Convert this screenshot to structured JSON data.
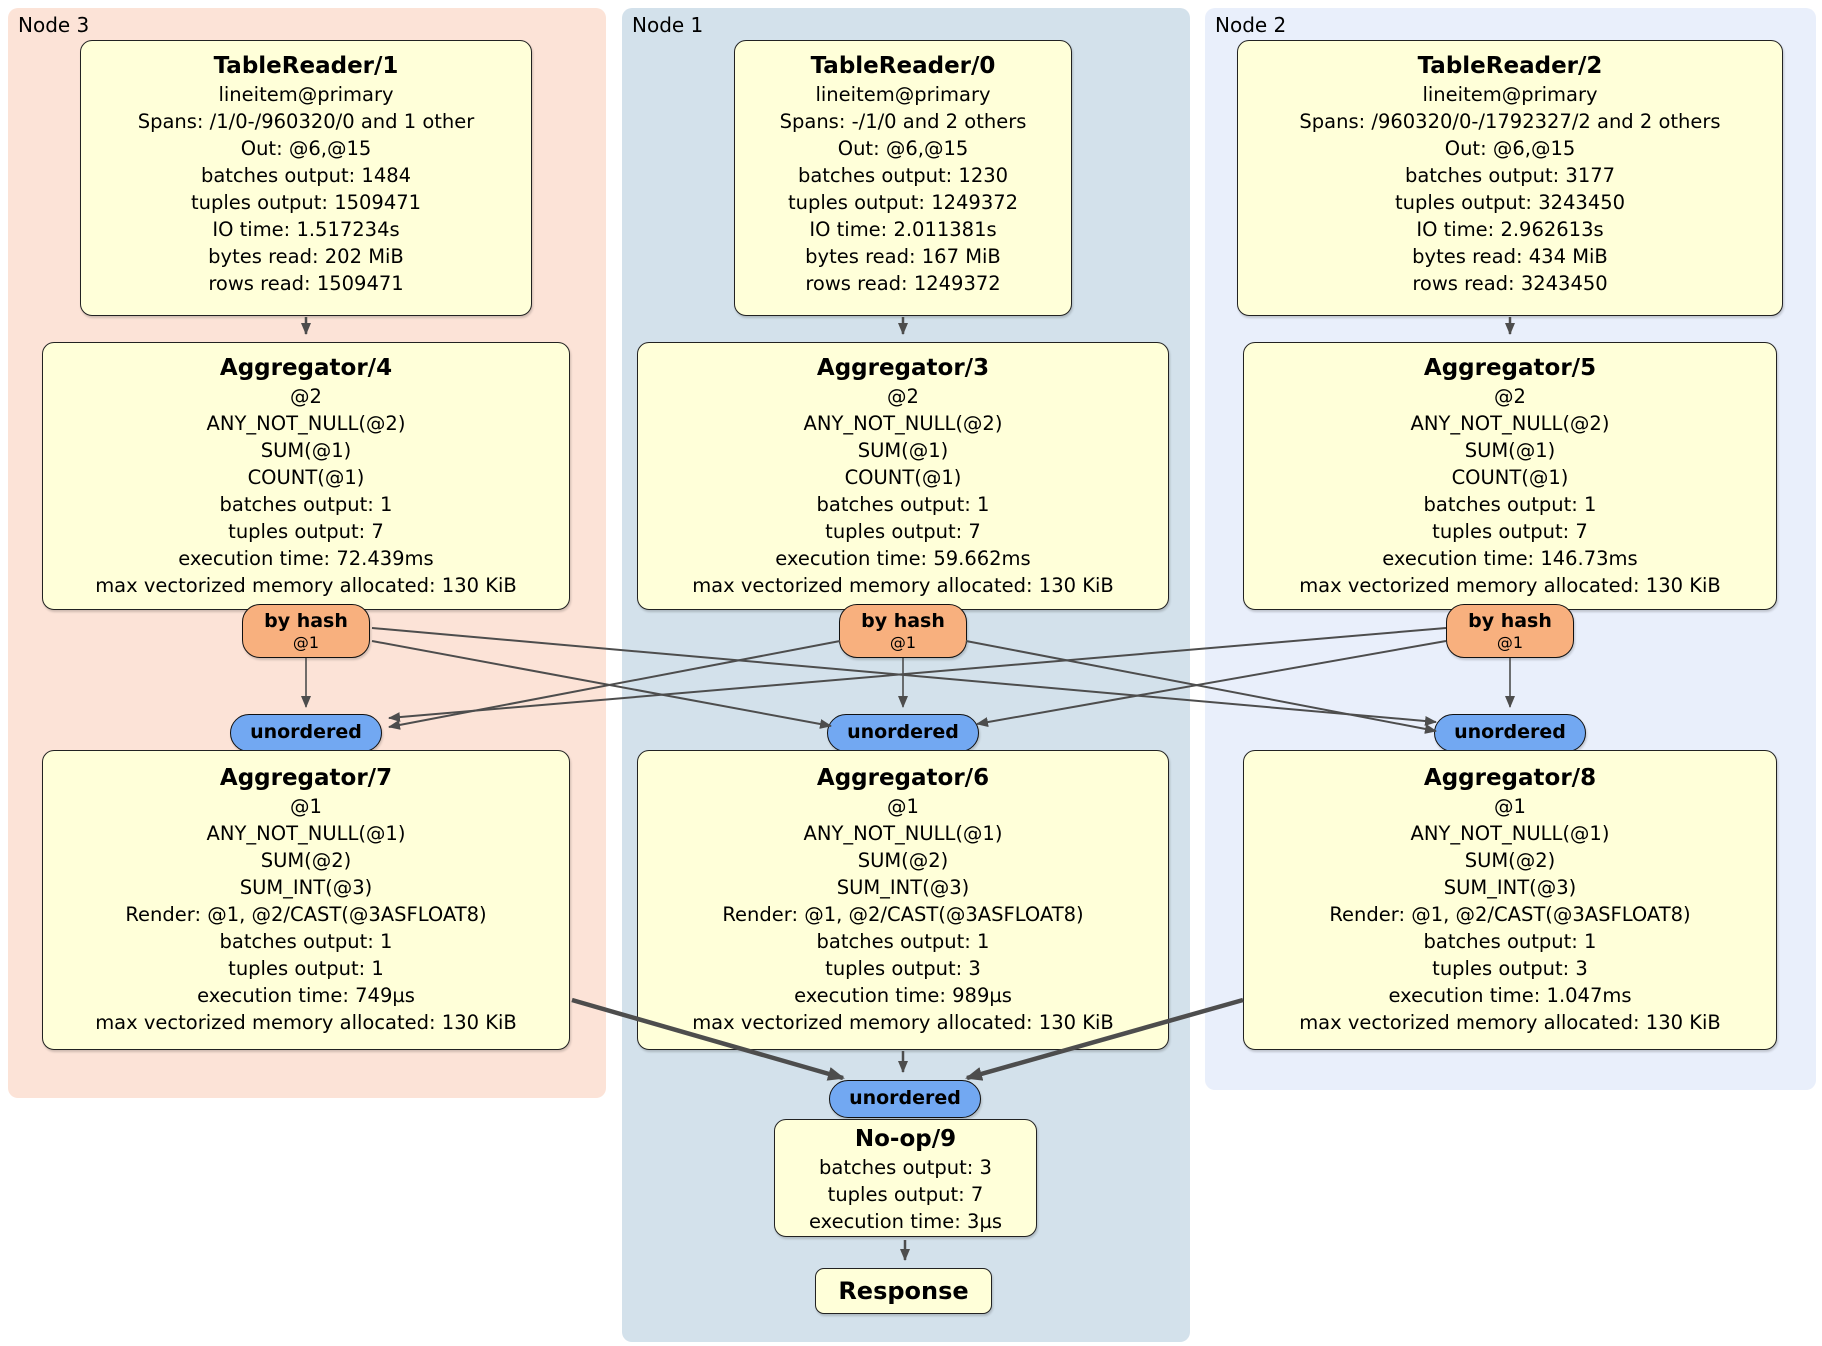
{
  "diagram_type": "distributed SQL physical plan",
  "colors": {
    "node3_bg": "#fce3d7",
    "node1_bg": "#d3e1eb",
    "node2_bg": "#e9effb",
    "box_bg": "#ffffd9",
    "router_bg": "#f8b07e",
    "sync_bg": "#72a8f2",
    "edge": "#4d4d4d"
  },
  "columns": [
    {
      "group_label": "Node 3",
      "table_reader": {
        "title": "TableReader/1",
        "lines": [
          "lineitem@primary",
          "Spans: /1/0-/960320/0 and 1 other",
          "Out: @6,@15",
          "batches output: 1484",
          "tuples output: 1509471",
          "IO time: 1.517234s",
          "bytes read: 202 MiB",
          "rows read: 1509471"
        ]
      },
      "aggregator": {
        "title": "Aggregator/4",
        "lines": [
          "@2",
          "ANY_NOT_NULL(@2)",
          "SUM(@1)",
          "COUNT(@1)",
          "batches output: 1",
          "tuples output: 7",
          "execution time: 72.439ms",
          "max vectorized memory allocated: 130 KiB"
        ]
      },
      "router": {
        "label": "by hash",
        "key": "@1"
      },
      "sync": {
        "label": "unordered"
      },
      "final_aggregator": {
        "title": "Aggregator/7",
        "lines": [
          "@1",
          "ANY_NOT_NULL(@1)",
          "SUM(@2)",
          "SUM_INT(@3)",
          "Render: @1, @2/CAST(@3ASFLOAT8)",
          "batches output: 1",
          "tuples output: 1",
          "execution time: 749µs",
          "max vectorized memory allocated: 130 KiB"
        ]
      }
    },
    {
      "group_label": "Node 1",
      "table_reader": {
        "title": "TableReader/0",
        "lines": [
          "lineitem@primary",
          "Spans: -/1/0 and 2 others",
          "Out: @6,@15",
          "batches output: 1230",
          "tuples output: 1249372",
          "IO time: 2.011381s",
          "bytes read: 167 MiB",
          "rows read: 1249372"
        ]
      },
      "aggregator": {
        "title": "Aggregator/3",
        "lines": [
          "@2",
          "ANY_NOT_NULL(@2)",
          "SUM(@1)",
          "COUNT(@1)",
          "batches output: 1",
          "tuples output: 7",
          "execution time: 59.662ms",
          "max vectorized memory allocated: 130 KiB"
        ]
      },
      "router": {
        "label": "by hash",
        "key": "@1"
      },
      "sync": {
        "label": "unordered"
      },
      "final_aggregator": {
        "title": "Aggregator/6",
        "lines": [
          "@1",
          "ANY_NOT_NULL(@1)",
          "SUM(@2)",
          "SUM_INT(@3)",
          "Render: @1, @2/CAST(@3ASFLOAT8)",
          "batches output: 1",
          "tuples output: 3",
          "execution time: 989µs",
          "max vectorized memory allocated: 130 KiB"
        ]
      }
    },
    {
      "group_label": "Node 2",
      "table_reader": {
        "title": "TableReader/2",
        "lines": [
          "lineitem@primary",
          "Spans: /960320/0-/1792327/2 and 2 others",
          "Out: @6,@15",
          "batches output: 3177",
          "tuples output: 3243450",
          "IO time: 2.962613s",
          "bytes read: 434 MiB",
          "rows read: 3243450"
        ]
      },
      "aggregator": {
        "title": "Aggregator/5",
        "lines": [
          "@2",
          "ANY_NOT_NULL(@2)",
          "SUM(@1)",
          "COUNT(@1)",
          "batches output: 1",
          "tuples output: 7",
          "execution time: 146.73ms",
          "max vectorized memory allocated: 130 KiB"
        ]
      },
      "router": {
        "label": "by hash",
        "key": "@1"
      },
      "sync": {
        "label": "unordered"
      },
      "final_aggregator": {
        "title": "Aggregator/8",
        "lines": [
          "@1",
          "ANY_NOT_NULL(@1)",
          "SUM(@2)",
          "SUM_INT(@3)",
          "Render: @1, @2/CAST(@3ASFLOAT8)",
          "batches output: 1",
          "tuples output: 3",
          "execution time: 1.047ms",
          "max vectorized memory allocated: 130 KiB"
        ]
      }
    }
  ],
  "output": {
    "sync": {
      "label": "unordered"
    },
    "noop": {
      "title": "No-op/9",
      "lines": [
        "batches output: 3",
        "tuples output: 7",
        "execution time: 3µs"
      ]
    },
    "response": {
      "title": "Response"
    }
  }
}
